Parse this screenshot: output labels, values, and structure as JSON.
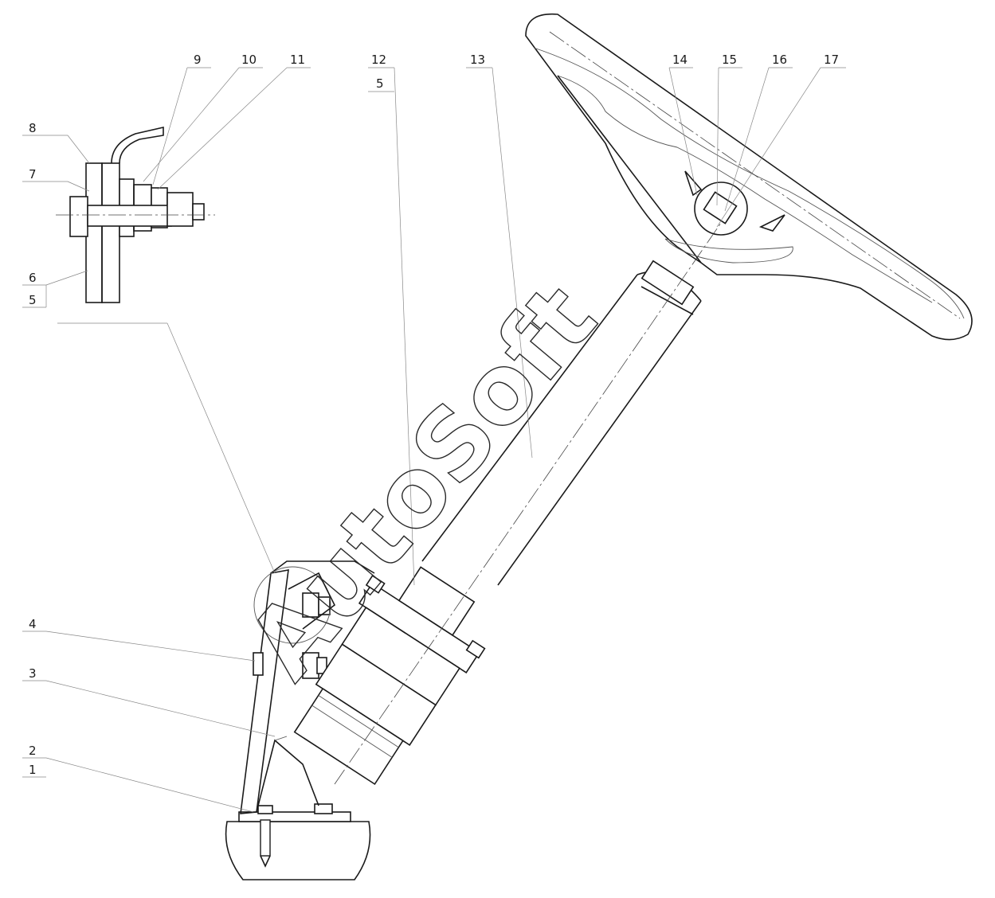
{
  "watermark": "AutoSoft",
  "callouts": [
    {
      "id": "c1",
      "text": "1"
    },
    {
      "id": "c2",
      "text": "2"
    },
    {
      "id": "c3",
      "text": "3"
    },
    {
      "id": "c4",
      "text": "4"
    },
    {
      "id": "c5a",
      "text": "5"
    },
    {
      "id": "c6",
      "text": "6"
    },
    {
      "id": "c7",
      "text": "7"
    },
    {
      "id": "c8",
      "text": "8"
    },
    {
      "id": "c9",
      "text": "9"
    },
    {
      "id": "c10",
      "text": "10"
    },
    {
      "id": "c11",
      "text": "11"
    },
    {
      "id": "c12",
      "text": "12"
    },
    {
      "id": "c5b",
      "text": "5"
    },
    {
      "id": "c13",
      "text": "13"
    },
    {
      "id": "c14",
      "text": "14"
    },
    {
      "id": "c15",
      "text": "15"
    },
    {
      "id": "c16",
      "text": "16"
    },
    {
      "id": "c17",
      "text": "17"
    }
  ],
  "colors": {
    "line": "#1a1a1a",
    "background": "#ffffff"
  }
}
